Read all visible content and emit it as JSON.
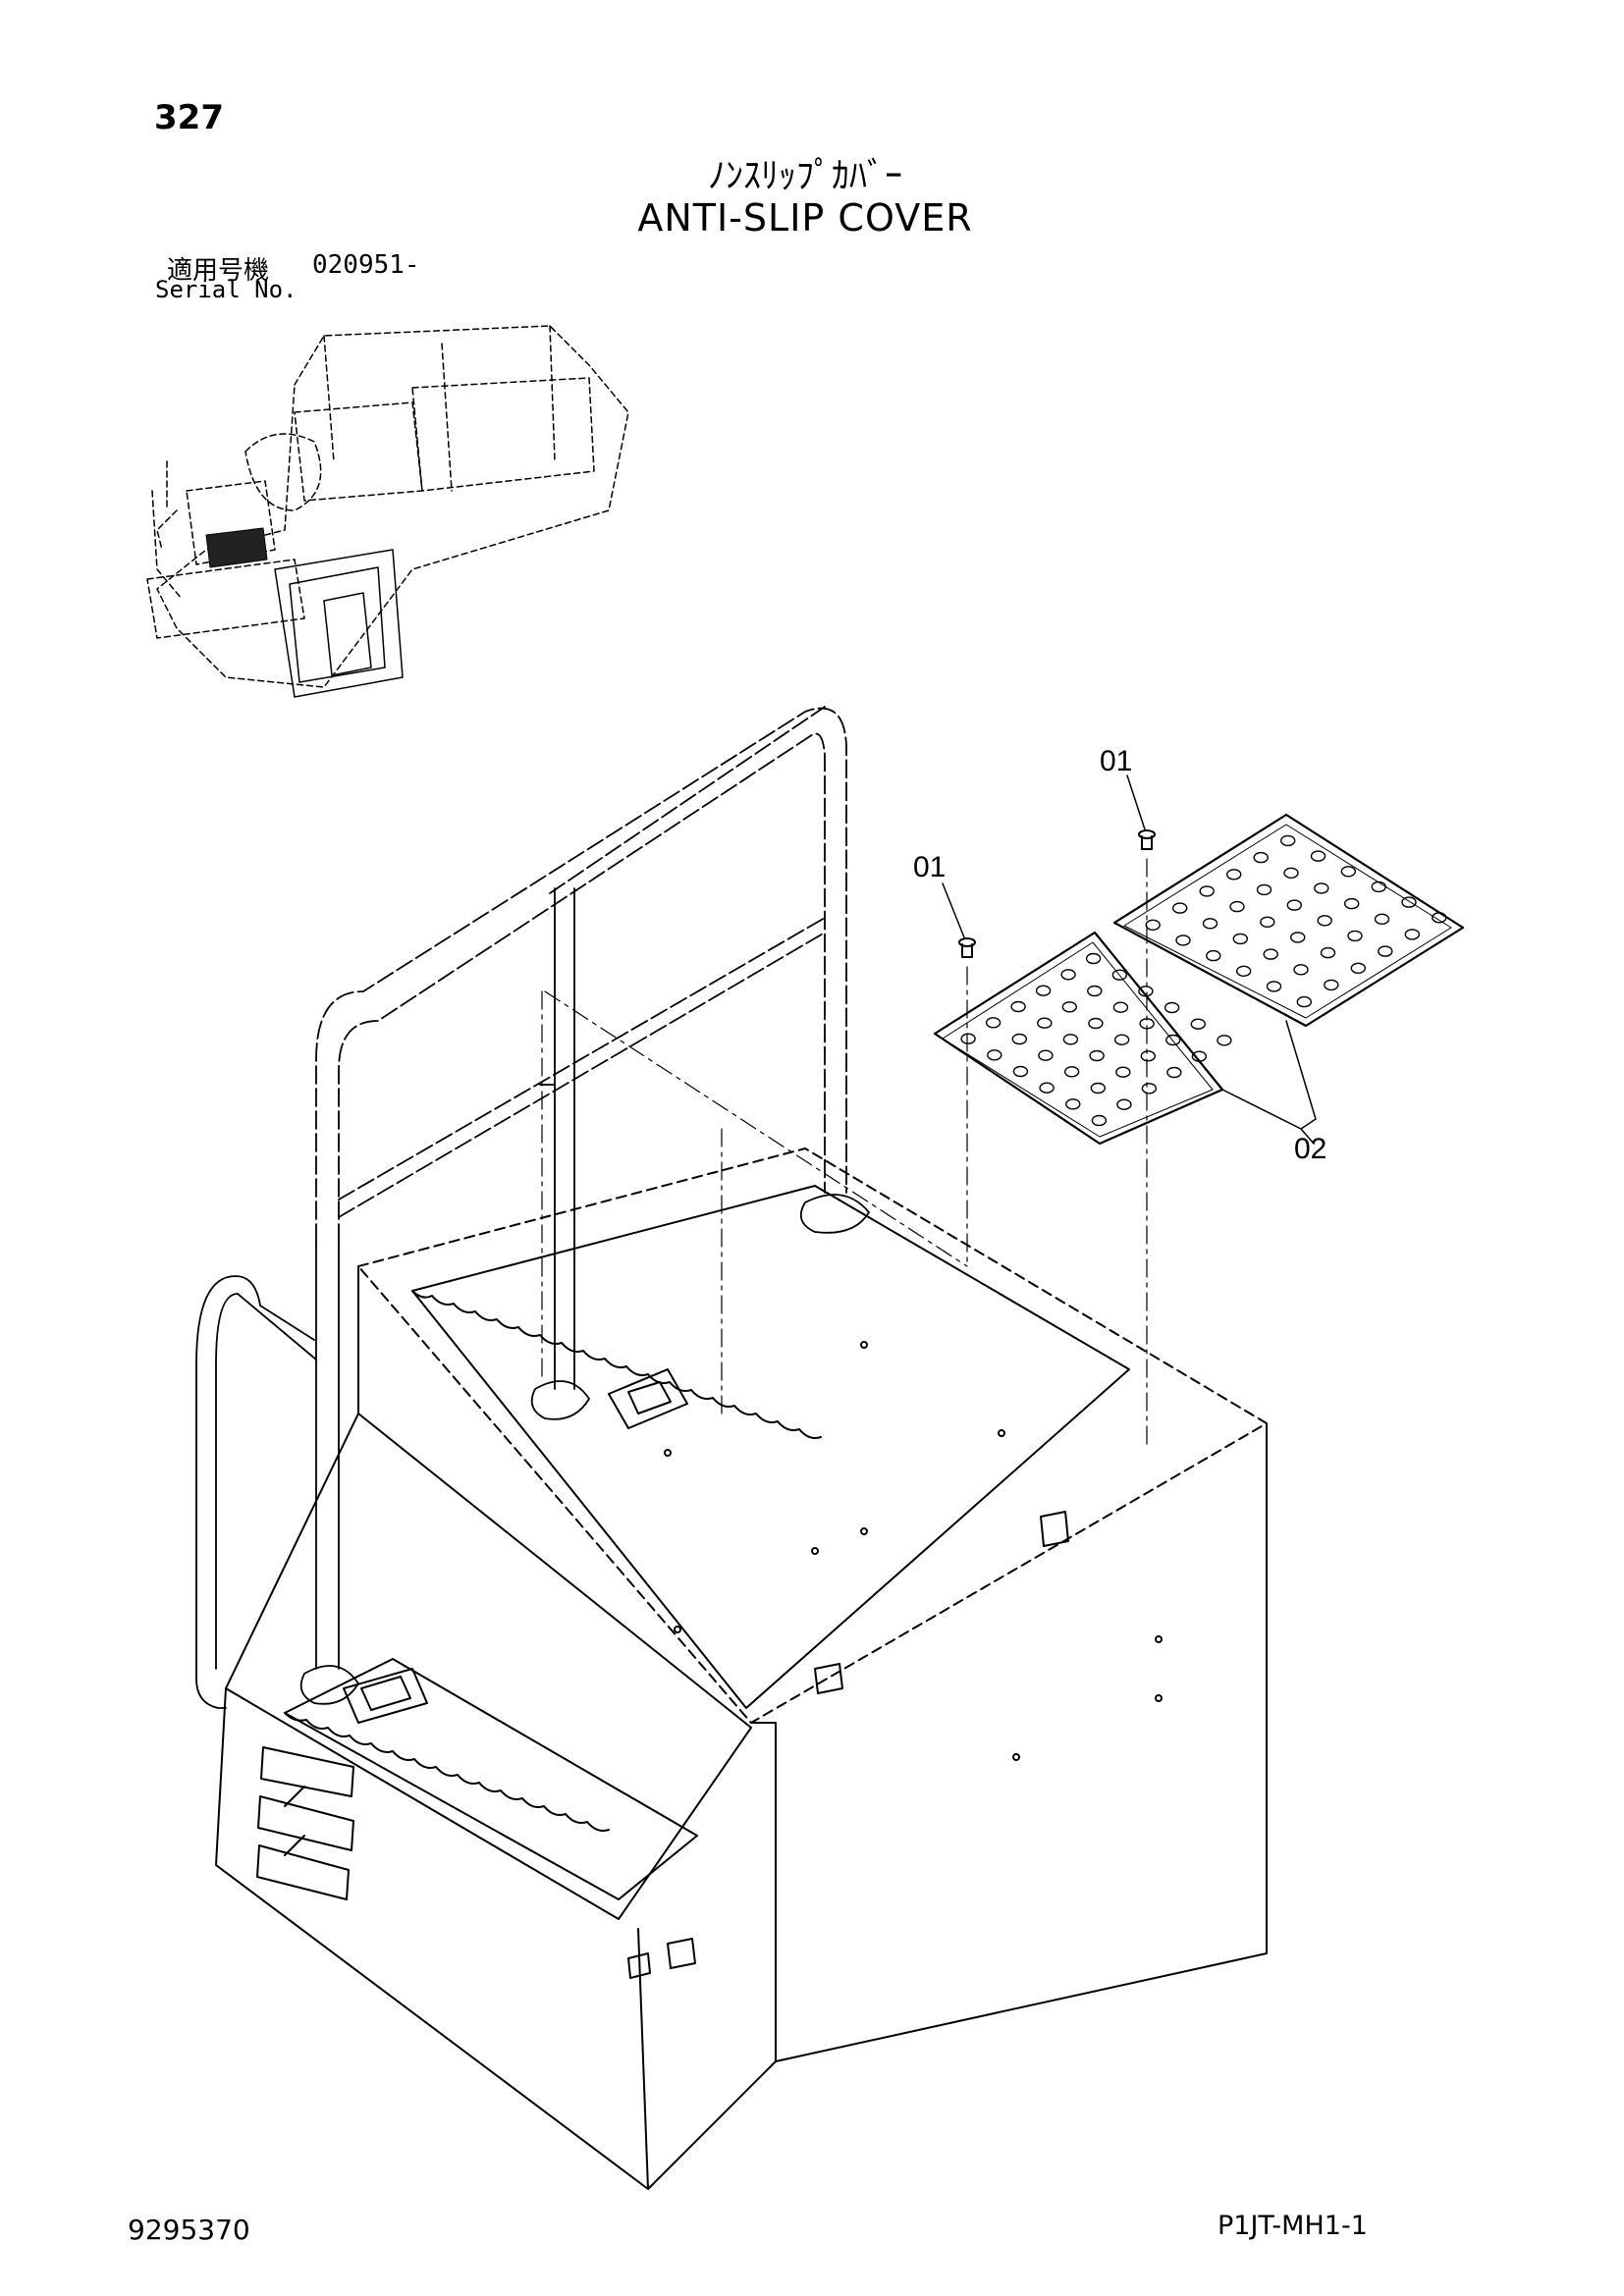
{
  "header": {
    "page_number": "327",
    "title_jp": "ﾉﾝｽﾘｯﾌﾟｶﾊﾞｰ",
    "title_en": "ANTI-SLIP COVER",
    "serial_label_jp": "適用号機",
    "serial_number": "020951-",
    "serial_label_en": "Serial No."
  },
  "callouts": {
    "screw_left": "01",
    "screw_right": "01",
    "plates": "02"
  },
  "footer": {
    "document_number": "9295370",
    "page_code": "P1JT-MH1-1"
  }
}
